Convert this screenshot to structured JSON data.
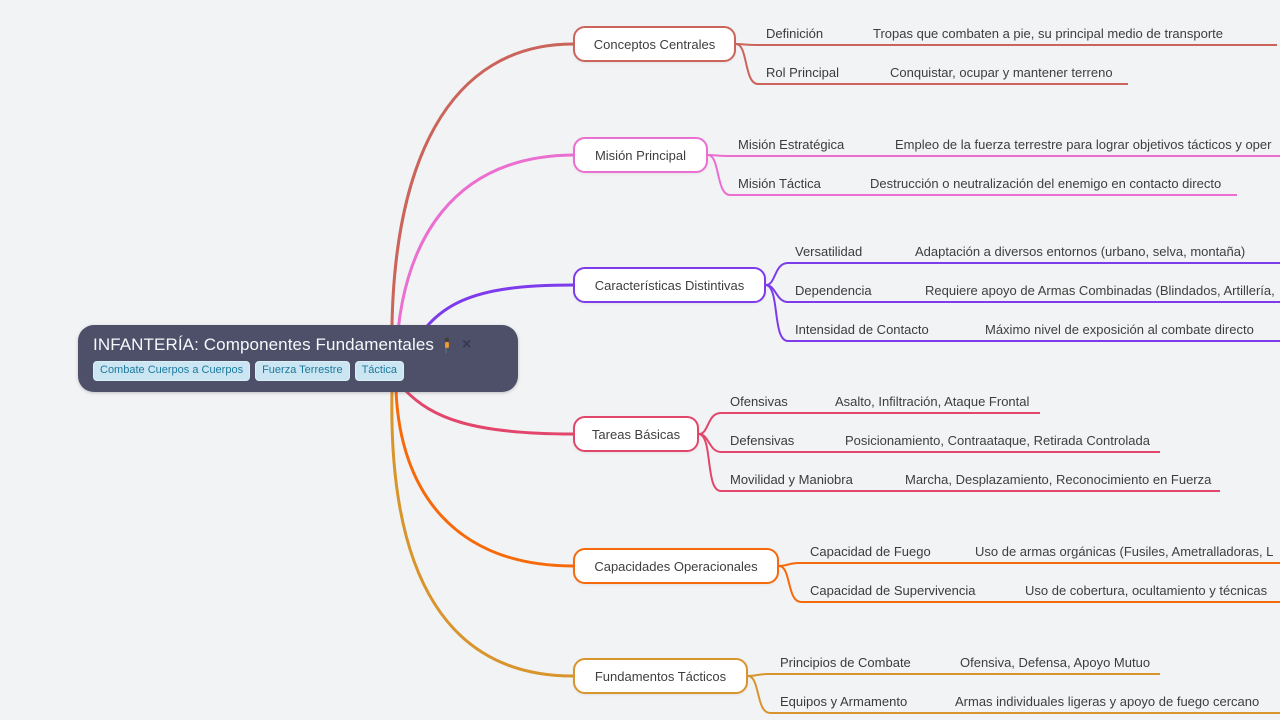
{
  "canvas": {
    "background_color": "#f2f3f4"
  },
  "root": {
    "title": "INFANTERÍA: Componentes Fundamentales",
    "emoji_icon": "person-standing-emoji",
    "close_label": "×",
    "background_color": "#4d5068",
    "tag_bg_color": "#cbe6f2",
    "tag_text_color": "#1b7a9e",
    "tags": [
      {
        "label": "Combate Cuerpos a Cuerpos"
      },
      {
        "label": "Fuerza Terrestre"
      },
      {
        "label": "Táctica"
      }
    ]
  },
  "branches": [
    {
      "label": "Conceptos Centrales",
      "color": "#cb655b",
      "rows": [
        {
          "key": "Definición",
          "value": "Tropas que combaten a pie, su principal medio de transporte"
        },
        {
          "key": "Rol Principal",
          "value": "Conquistar, ocupar y mantener terreno"
        }
      ]
    },
    {
      "label": "Misión Principal",
      "color": "#ea6fd1",
      "rows": [
        {
          "key": "Misión Estratégica",
          "value": "Empleo de la fuerza terrestre para lograr objetivos tácticos y oper"
        },
        {
          "key": "Misión Táctica",
          "value": "Destrucción o neutralización del enemigo en contacto directo"
        }
      ]
    },
    {
      "label": "Características Distintivas",
      "color": "#7d3bec",
      "rows": [
        {
          "key": "Versatilidad",
          "value": "Adaptación a diversos entornos (urbano, selva, montaña)"
        },
        {
          "key": "Dependencia",
          "value": "Requiere apoyo de Armas Combinadas (Blindados, Artillería,"
        },
        {
          "key": "Intensidad de Contacto",
          "value": "Máximo nivel de exposición al combate directo"
        }
      ]
    },
    {
      "label": "Tareas Básicas",
      "color": "#e2466b",
      "rows": [
        {
          "key": "Ofensivas",
          "value": "Asalto, Infiltración, Ataque Frontal"
        },
        {
          "key": "Defensivas",
          "value": "Posicionamiento, Contraataque, Retirada Controlada"
        },
        {
          "key": "Movilidad y Maniobra",
          "value": "Marcha, Desplazamiento, Reconocimiento en Fuerza"
        }
      ]
    },
    {
      "label": "Capacidades Operacionales",
      "color": "#f76a0c",
      "rows": [
        {
          "key": "Capacidad de Fuego",
          "value": "Uso de armas orgánicas (Fusiles, Ametralladoras, L"
        },
        {
          "key": "Capacidad de Supervivencia",
          "value": "Uso de cobertura, ocultamiento y técnicas"
        }
      ]
    },
    {
      "label": "Fundamentos Tácticos",
      "color": "#d8942d",
      "rows": [
        {
          "key": "Principios de Combate",
          "value": "Ofensiva, Defensa, Apoyo Mutuo"
        },
        {
          "key": "Equipos y Armamento",
          "value": "Armas individuales ligeras y apoyo de fuego cercano"
        }
      ]
    }
  ]
}
